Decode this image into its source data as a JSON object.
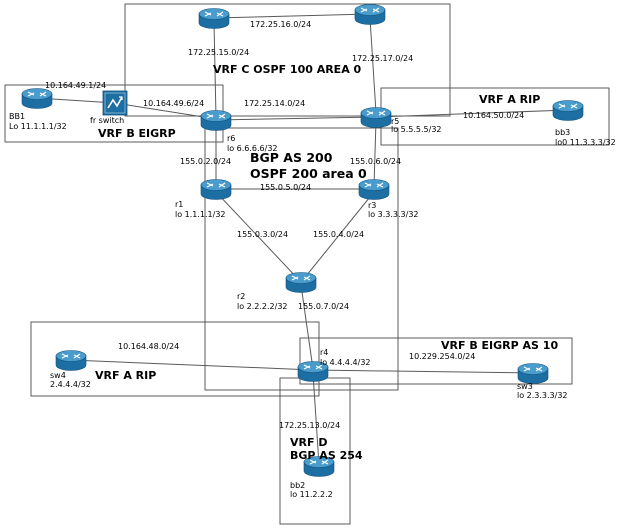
{
  "areas": {
    "vrf_c": "VRF C OSPF 100 AREA 0",
    "vrf_b_eigrp_left": "VRF B EIGRP",
    "vrf_a_rip_right": "VRF A RIP",
    "bgp_line1": "BGP AS 200",
    "bgp_line2": "OSPF 200 area 0",
    "vrf_a_rip_left": "VRF A RIP",
    "vrf_b_eigrp_right": "VRF B EIGRP AS 10",
    "vrf_d_line1": "VRF D",
    "vrf_d_line2": "BGP AS 254"
  },
  "subnets": {
    "s_16": "172.25.16.0/24",
    "s_15": "172.25.15.0/24",
    "s_17": "172.25.17.0/24",
    "s_49_1": "10.164.49.1/24",
    "s_49_6": "10.164.49.6/24",
    "s_14": "172.25.14.0/24",
    "s_50": "10.164.50.0/24",
    "s_155_2": "155.0.2.0/24",
    "s_155_6": "155.0.6.0/24",
    "s_155_5": "155.0.5.0/24",
    "s_155_3": "155.0.3.0/24",
    "s_155_4": "155.0.4.0/24",
    "s_155_7": "155.0.7.0/24",
    "s_48": "10.164.48.0/24",
    "s_229": "10.229.254.0/24",
    "s_13": "172.25.13.0/24"
  },
  "devices": {
    "bb1": {
      "name": "BB1",
      "lo": "Lo 11.1.1.1/32"
    },
    "fr": {
      "name": "fr switch"
    },
    "r6": {
      "name": "r6",
      "lo": "lo 6.6.6.6/32"
    },
    "r5": {
      "name": "r5",
      "lo": "lo 5.5.5.5/32"
    },
    "bb3": {
      "name": "bb3",
      "lo": "lo0 11.3.3.3/32"
    },
    "r1": {
      "name": "r1",
      "lo": "lo 1.1.1.1/32"
    },
    "r3": {
      "name": "r3",
      "lo": "lo 3.3.3.3/32"
    },
    "r2": {
      "name": "r2",
      "lo": "lo 2.2.2.2/32"
    },
    "r4": {
      "name": "r4",
      "lo": "lo 4.4.4.4/32"
    },
    "sw4": {
      "name": "sw4",
      "lo": "2.4.4.4/32"
    },
    "sw3": {
      "name": "sw3",
      "lo": "lo 2.3.3.3/32"
    },
    "bb2": {
      "name": "bb2",
      "lo": "lo 11.2.2.2"
    }
  },
  "colors": {
    "router_body": "#1d6fa3",
    "router_top": "#4a9ccc",
    "router_rim": "#0f4f7a",
    "box_stroke": "#4a4a4a"
  }
}
